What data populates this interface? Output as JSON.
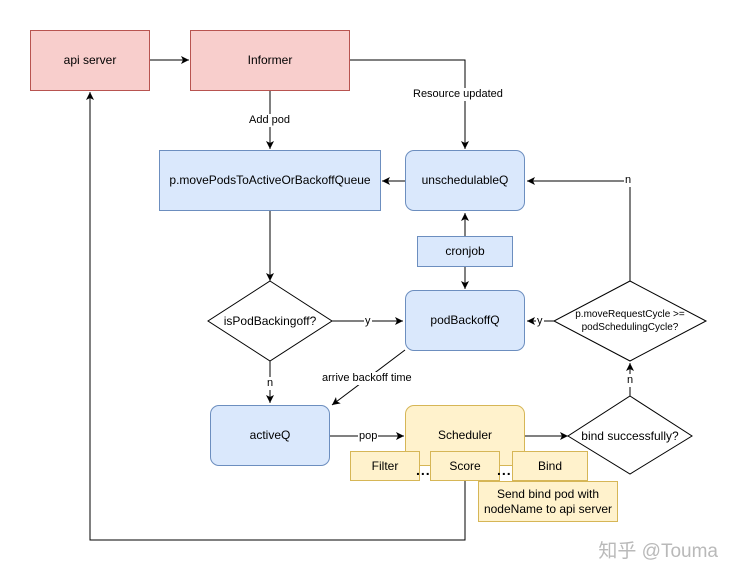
{
  "nodes": {
    "api_server": "api server",
    "informer": "Informer",
    "move_pods": "p.movePodsToActiveOrBackoffQueue",
    "unschedulable_q": "unschedulableQ",
    "cronjob": "cronjob",
    "is_pod_backingoff": "isPodBackingoff?",
    "pod_backoff_q": "podBackoffQ",
    "move_request_cycle": "p.moveRequestCycle >=\npodSchedulingCycle?",
    "active_q": "activeQ",
    "scheduler": "Scheduler",
    "bind_successfully": "bind successfully?",
    "filter": "Filter",
    "score": "Score",
    "bind": "Bind",
    "send_bind": "Send bind pod with\nnodeName to api server",
    "ellipsis": "..."
  },
  "edge_labels": {
    "resource_updated": "Resource updated",
    "add_pod": "Add pod",
    "n_cycle_to_unsched": "n",
    "y_backingoff": "y",
    "y_cycle": "y",
    "n_backingoff": "n",
    "arrive_backoff_time": "arrive backoff time",
    "pop": "pop",
    "n_bind": "n"
  },
  "watermark": "知乎 @Touma",
  "colors": {
    "red_fill": "#f8cecc",
    "red_stroke": "#b85450",
    "blue_fill": "#dae8fc",
    "blue_stroke": "#6c8ebf",
    "yellow_fill": "#fff2cc",
    "yellow_stroke": "#d6b656"
  }
}
